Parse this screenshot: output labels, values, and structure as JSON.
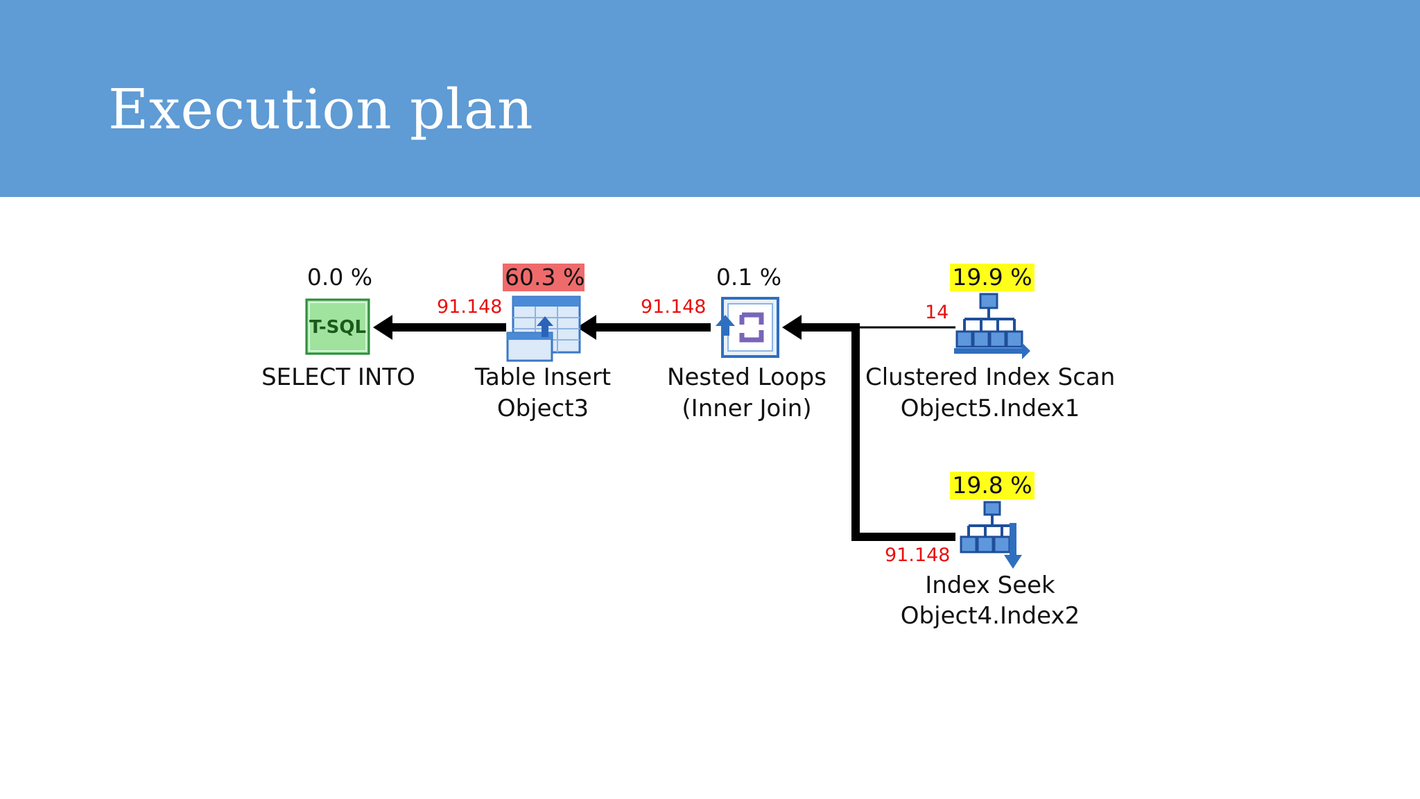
{
  "slide": {
    "title": "Execution plan"
  },
  "plan": {
    "nodes": [
      {
        "id": "select-into",
        "cost": "0.0 %",
        "icon": "tsql-icon",
        "icon_text": "T-SQL",
        "label_lines": [
          "SELECT INTO"
        ]
      },
      {
        "id": "table-insert",
        "cost": "60.3 %",
        "cost_highlight": "#ef6b6b",
        "icon": "table-insert-icon",
        "label_lines": [
          "Table Insert",
          "Object3"
        ]
      },
      {
        "id": "nested-loops",
        "cost": "0.1 %",
        "icon": "nested-loops-icon",
        "label_lines": [
          "Nested Loops",
          "(Inner Join)"
        ]
      },
      {
        "id": "clustered-index-scan",
        "cost": "19.9 %",
        "cost_highlight": "#ffff1a",
        "icon": "clustered-index-scan-icon",
        "label_lines": [
          "Clustered Index Scan",
          "Object5.Index1"
        ]
      },
      {
        "id": "index-seek",
        "cost": "19.8 %",
        "cost_highlight": "#ffff1a",
        "icon": "index-seek-icon",
        "label_lines": [
          "Index Seek",
          "Object4.Index2"
        ]
      }
    ],
    "edges": [
      {
        "from": "table-insert",
        "to": "select-into",
        "rows": "91.148"
      },
      {
        "from": "nested-loops",
        "to": "table-insert",
        "rows": "91.148"
      },
      {
        "from": "clustered-index-scan",
        "to": "nested-loops",
        "rows": "14"
      },
      {
        "from": "index-seek",
        "to": "nested-loops",
        "rows": "91.148"
      }
    ]
  }
}
